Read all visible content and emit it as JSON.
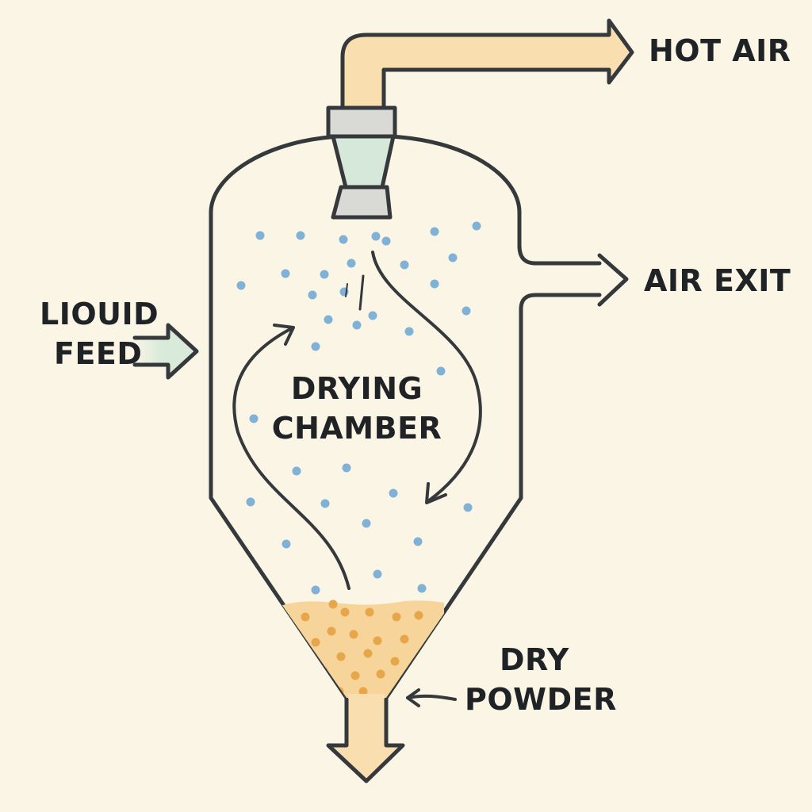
{
  "labels": {
    "hot_air": "HOT AIR",
    "air_exit": "AIR EXIT",
    "liquid_feed_line1": "LIOUID",
    "liquid_feed_line2": "FEED",
    "chamber_line1": "DRYING",
    "chamber_line2": "CHAMBER",
    "powder_line1": "DRY",
    "powder_line2": "POWDER"
  },
  "colors": {
    "background": "#fbf5e6",
    "outline": "#35393b",
    "pipe_fill": "#f9deb0",
    "droplet": "#7fb2d6",
    "powder_bed": "#f7d59a",
    "powder_particle": "#e8a64b",
    "feed_arrow": "#d9eadb",
    "nozzle_grey": "#d9d9d6",
    "nozzle_green": "#d6e8d9"
  }
}
